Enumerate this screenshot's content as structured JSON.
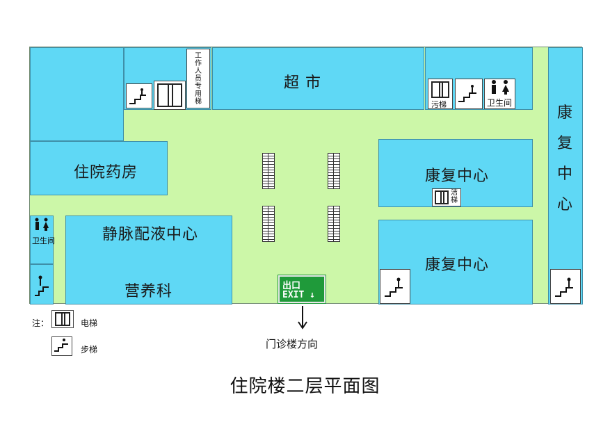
{
  "title": "住院楼二层平面图",
  "rooms": {
    "supermarket": "超  市",
    "pharmacy": "住院药房",
    "iv_center": "静脉配液中心",
    "nutrition": "营养科",
    "rehab_right_top": "康复中心",
    "rehab_right_bottom": "康复中心",
    "rehab_vertical": [
      "康",
      "复",
      "中",
      "心"
    ]
  },
  "signs": {
    "staff_elevator": [
      "工",
      "作",
      "人",
      "员",
      "专",
      "用",
      "梯"
    ],
    "dirty_elevator": "污梯",
    "clean_elevator": [
      "洁",
      "梯"
    ],
    "toilet_top": "卫生间",
    "toilet_left": [
      "卫",
      "生",
      "间"
    ],
    "exit_cn": "出口",
    "exit_en": "EXIT ↓"
  },
  "direction": "门诊楼方向",
  "legend": {
    "prefix": "注：",
    "elevator": "电梯",
    "stairs": "步梯"
  },
  "colors": {
    "room": "#5fd8f5",
    "corridor": "#ccf7a8",
    "exit_sign": "#1f9a3a"
  }
}
